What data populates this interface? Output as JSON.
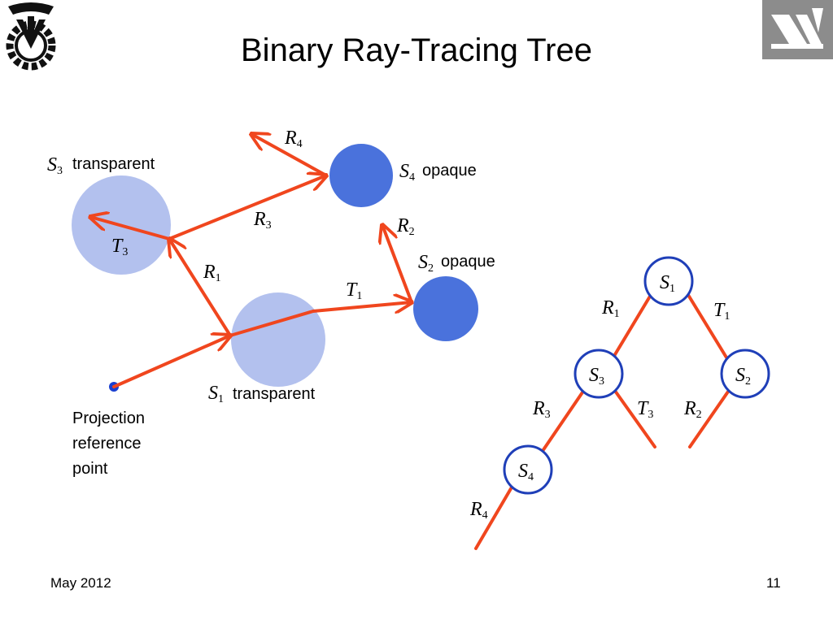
{
  "slide": {
    "title": "Binary Ray-Tracing Tree",
    "footer_date": "May 2012",
    "page_number": "11"
  },
  "colors": {
    "ray": "#f0461e",
    "transparent_sphere": "#b3c1ee",
    "opaque_sphere": "#4a72dc",
    "node_border": "#1f3fb8",
    "point": "#1a3fd0"
  },
  "logos": {
    "left": "technion-gear-logo",
    "right": "hebrew-letters-logo"
  },
  "scene": {
    "s3": {
      "main": "S",
      "sub": "3",
      "desc": "transparent"
    },
    "s4": {
      "main": "S",
      "sub": "4",
      "desc": "opaque"
    },
    "s2": {
      "main": "S",
      "sub": "2",
      "desc": "opaque"
    },
    "s1": {
      "main": "S",
      "sub": "1",
      "desc": "transparent"
    },
    "r4": {
      "main": "R",
      "sub": "4"
    },
    "r3": {
      "main": "R",
      "sub": "3"
    },
    "r2": {
      "main": "R",
      "sub": "2"
    },
    "r1": {
      "main": "R",
      "sub": "1"
    },
    "t3": {
      "main": "T",
      "sub": "3"
    },
    "t1": {
      "main": "T",
      "sub": "1"
    },
    "projection": [
      "Projection",
      "reference",
      "point"
    ]
  },
  "tree": {
    "n1": {
      "main": "S",
      "sub": "1"
    },
    "n3": {
      "main": "S",
      "sub": "3"
    },
    "n2": {
      "main": "S",
      "sub": "2"
    },
    "n4": {
      "main": "S",
      "sub": "4"
    },
    "e_r1": {
      "main": "R",
      "sub": "1"
    },
    "e_t1": {
      "main": "T",
      "sub": "1"
    },
    "e_r3": {
      "main": "R",
      "sub": "3"
    },
    "e_t3": {
      "main": "T",
      "sub": "3"
    },
    "e_r2": {
      "main": "R",
      "sub": "2"
    },
    "e_r4": {
      "main": "R",
      "sub": "4"
    }
  }
}
